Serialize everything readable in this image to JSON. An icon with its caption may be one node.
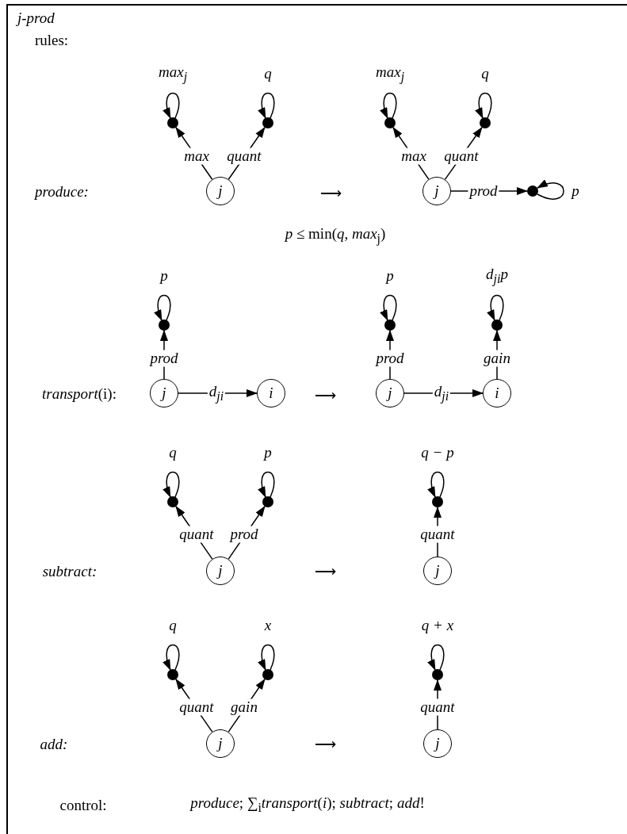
{
  "diagram": {
    "nodes": [
      {
        "text": [
          "j-prod"
        ]
      },
      {
        "text": [],
        "shape": "circle",
        "in": 0
      },
      {
        "text": [],
        "shape": "circle",
        "in": 0
      },
      {
        "text": [
          "j"
        ],
        "in": 0
      },
      {
        "text": [],
        "shape": "circle",
        "in": 0
      },
      {
        "text": [],
        "shape": "circle",
        "in": 0
      },
      {
        "text": [
          "j"
        ],
        "in": 0
      },
      {
        "text": [],
        "shape": "circle",
        "in": 0
      },
      {
        "text": [],
        "shape": "circle",
        "in": 0
      },
      {
        "text": [
          "j"
        ],
        "in": 0
      },
      {
        "text": [
          "i"
        ],
        "in": 0
      },
      {
        "text": [],
        "shape": "circle",
        "in": 0
      },
      {
        "text": [],
        "shape": "circle",
        "in": 0
      },
      {
        "text": [
          "j"
        ],
        "in": 0
      },
      {
        "text": [
          "i"
        ],
        "in": 0
      },
      {
        "text": [],
        "shape": "circle",
        "in": 0
      },
      {
        "text": [],
        "shape": "circle",
        "in": 0
      },
      {
        "text": [
          "j"
        ],
        "in": 0
      },
      {
        "text": [],
        "shape": "circle",
        "in": 0
      },
      {
        "text": [
          "j"
        ],
        "in": 0
      },
      {
        "text": [],
        "shape": "circle",
        "in": 0
      },
      {
        "text": [],
        "shape": "circle",
        "in": 0
      },
      {
        "text": [
          "j"
        ],
        "in": 0
      },
      {
        "text": [],
        "shape": "circle",
        "in": 0
      },
      {
        "text": [
          "j"
        ],
        "in": 0
      }
    ],
    "edges": [
      {
        "from": 1,
        "to": 1,
        "arrow": "to",
        "label": "max$_{j}$"
      },
      {
        "from": 2,
        "to": 2,
        "arrow": "to",
        "label": "q"
      },
      {
        "from": 3,
        "to": 1,
        "arrow": "to",
        "label": "max"
      },
      {
        "from": 3,
        "to": 2,
        "arrow": "to",
        "label": "quant"
      },
      {
        "from": 4,
        "to": 4,
        "arrow": "to",
        "label": "max$_{j}$"
      },
      {
        "from": 5,
        "to": 5,
        "arrow": "to",
        "label": "q"
      },
      {
        "from": 6,
        "to": 4,
        "arrow": "to",
        "label": "max"
      },
      {
        "from": 6,
        "to": 5,
        "arrow": "to",
        "label": "quant"
      },
      {
        "from": 6,
        "to": 7,
        "arrow": "to",
        "label": "prod"
      },
      {
        "from": 7,
        "to": 7,
        "arrow": "to",
        "label": "p"
      },
      {
        "from": 8,
        "to": 8,
        "arrow": "to",
        "label": "p"
      },
      {
        "from": 9,
        "to": 8,
        "arrow": "to",
        "label": "prod"
      },
      {
        "from": 9,
        "to": 10,
        "arrow": "to",
        "label": "d$_{ji}$"
      },
      {
        "from": 11,
        "to": 11,
        "arrow": "to",
        "label": "p"
      },
      {
        "from": 12,
        "to": 12,
        "arrow": "to",
        "label": "d$_{ji}$p"
      },
      {
        "from": 13,
        "to": 11,
        "arrow": "to",
        "label": "prod"
      },
      {
        "from": 13,
        "to": 14,
        "arrow": "to",
        "label": "d$_{ji}$"
      },
      {
        "from": 14,
        "to": 12,
        "arrow": "to",
        "label": "gain"
      },
      {
        "from": 15,
        "to": 15,
        "arrow": "to",
        "label": "q"
      },
      {
        "from": 16,
        "to": 16,
        "arrow": "to",
        "label": "p"
      },
      {
        "from": 17,
        "to": 15,
        "arrow": "to",
        "label": "quant"
      },
      {
        "from": 17,
        "to": 16,
        "arrow": "to",
        "label": "prod"
      },
      {
        "from": 18,
        "to": 18,
        "arrow": "to",
        "label": "q − p"
      },
      {
        "from": 19,
        "to": 18,
        "arrow": "to",
        "label": "quant"
      },
      {
        "from": 20,
        "to": 20,
        "arrow": "to",
        "label": "q"
      },
      {
        "from": 21,
        "to": 21,
        "arrow": "to",
        "label": "x"
      },
      {
        "from": 22,
        "to": 20,
        "arrow": "to",
        "label": "quant"
      },
      {
        "from": 22,
        "to": 21,
        "arrow": "to",
        "label": "gain"
      },
      {
        "from": 23,
        "to": 23,
        "arrow": "to",
        "label": "q + x"
      },
      {
        "from": 24,
        "to": 23,
        "arrow": "to",
        "label": "quant"
      }
    ],
    "labels": [
      "rules:",
      "produce:",
      "⟶",
      "*p* ≤ min(*q*, *max*$_{j}$)",
      "*transport*(i):",
      "⟶",
      "subtract:",
      "⟶",
      "add:",
      "⟶",
      "control:",
      "*produce*; ∑$_{i}$*transport*(*i*); *subtract*; *add*!"
    ]
  }
}
